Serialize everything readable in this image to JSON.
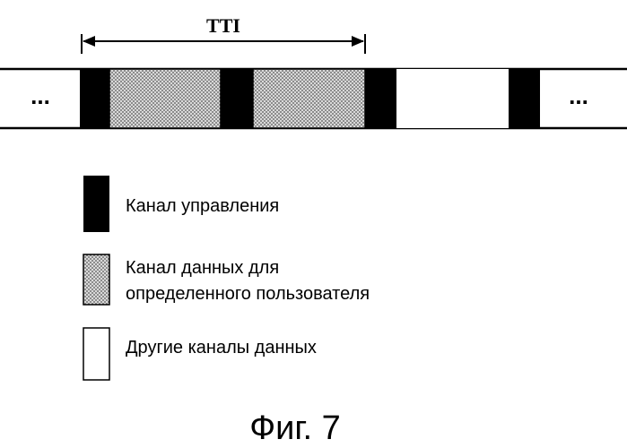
{
  "interval_label": "TTI",
  "ellipsis_left": "...",
  "ellipsis_right": "...",
  "colors": {
    "control": "#000000",
    "user_data": "#bdbdbd",
    "other_data": "#ffffff",
    "stroke": "#000000"
  },
  "legend": {
    "control_label": "Канал управления",
    "user_data_label_line1": "Канал данных для",
    "user_data_label_line2": "определенного пользователя",
    "other_data_label": "Другие каналы данных"
  },
  "caption": "Фиг. 7"
}
